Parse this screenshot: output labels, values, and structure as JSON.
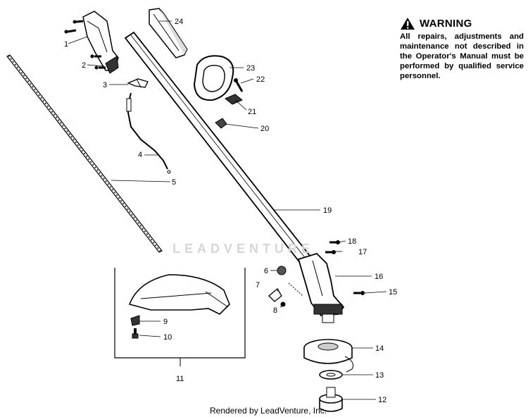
{
  "warning": {
    "title": "WARNING",
    "text": "All repairs, adjustments and maintenance not described in the Operator's Manual must be performed by qualified service personnel."
  },
  "watermark": "LEADVENTURE",
  "footer": "Rendered by LeadVenture, Inc.",
  "callouts": [
    "1",
    "2",
    "3",
    "4",
    "5",
    "6",
    "7",
    "8",
    "9",
    "10",
    "11",
    "12",
    "13",
    "14",
    "15",
    "16",
    "17",
    "18",
    "19",
    "20",
    "21",
    "22",
    "23",
    "24"
  ]
}
